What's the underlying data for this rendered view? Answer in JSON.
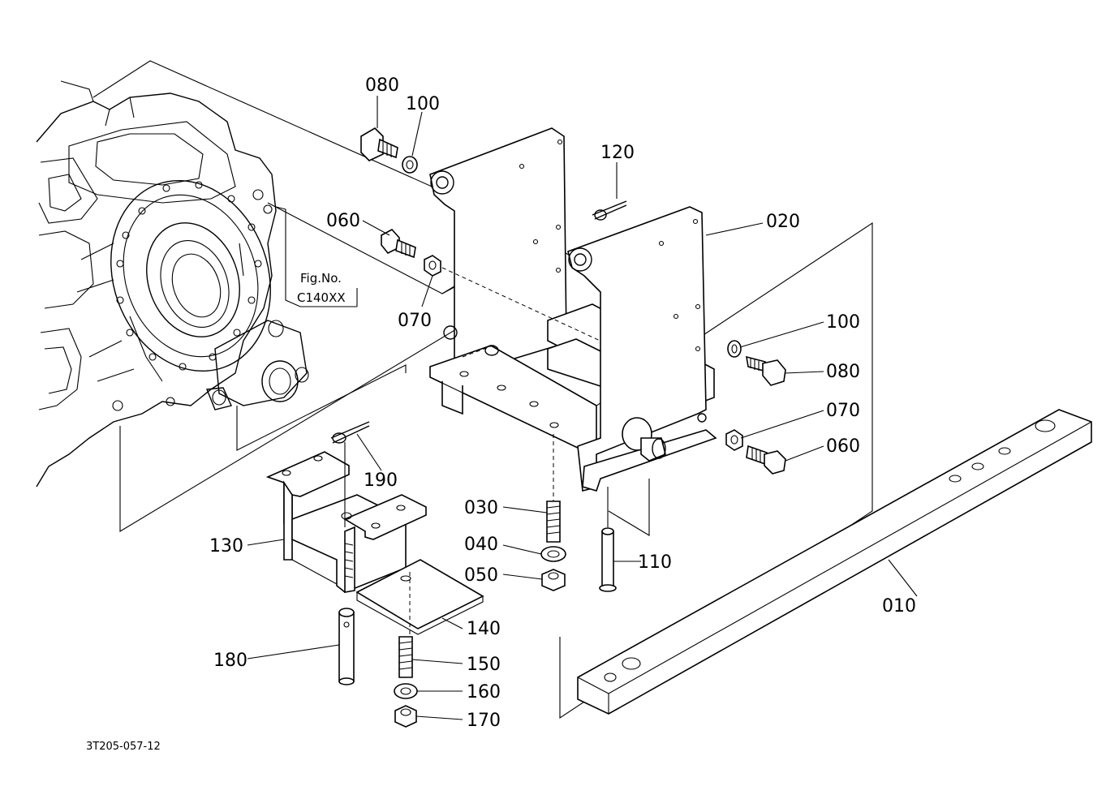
{
  "figure_reference": {
    "line1": "Fig.No.",
    "line2": "C140XX"
  },
  "drawing_code": "3T205-057-12",
  "callouts": {
    "c010": "010",
    "c020": "020",
    "c030": "030",
    "c040": "040",
    "c050": "050",
    "c060a": "060",
    "c060b": "060",
    "c070a": "070",
    "c070b": "070",
    "c080a": "080",
    "c080b": "080",
    "c100a": "100",
    "c100b": "100",
    "c110": "110",
    "c120": "120",
    "c130": "130",
    "c140": "140",
    "c150": "150",
    "c160": "160",
    "c170": "170",
    "c180": "180",
    "c190": "190"
  }
}
